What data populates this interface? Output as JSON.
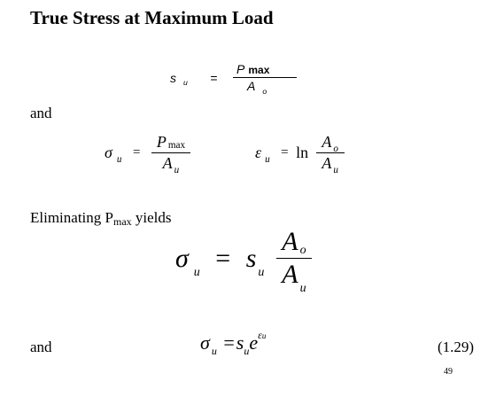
{
  "slide": {
    "title": "True Stress at Maximum Load",
    "page_number": "49"
  },
  "eq1": {
    "lhs_symbol": "s",
    "lhs_sub": "u",
    "equals": "=",
    "num_symbol": "P",
    "num_sub": "max",
    "den_symbol": "A",
    "den_sub": "o"
  },
  "and_1": "and",
  "eq2": {
    "lhs_symbol": "σ",
    "lhs_sub": "u",
    "equals": "=",
    "num_symbol": "P",
    "num_sub": "max",
    "den_symbol": "A",
    "den_sub": "u"
  },
  "eq3": {
    "lhs_symbol": "ε",
    "lhs_sub": "u",
    "equals": "=",
    "func": "ln",
    "num_symbol": "A",
    "num_sub": "o",
    "den_symbol": "A",
    "den_sub": "u"
  },
  "eliminating": {
    "prefix": "Eliminating P",
    "sub": "max",
    "suffix": " yields"
  },
  "eq4": {
    "lhs_symbol": "σ",
    "lhs_sub": "u",
    "equals": "=",
    "s_symbol": "s",
    "s_sub": "u",
    "num_symbol": "A",
    "num_sub": "o",
    "den_symbol": "A",
    "den_sub": "u"
  },
  "and_2": "and",
  "eq5": {
    "lhs_symbol": "σ",
    "lhs_sub": "u",
    "equals": "=",
    "s_symbol": "s",
    "s_sub": "u",
    "e_symbol": "e",
    "exp_symbol": "ε",
    "exp_sub": "u",
    "number": "(1.29)"
  }
}
